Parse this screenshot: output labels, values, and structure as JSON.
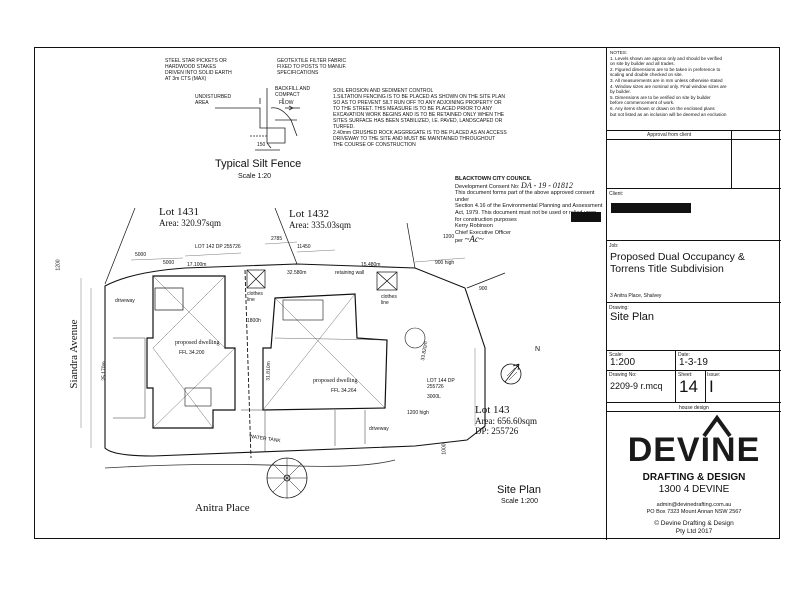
{
  "notes": {
    "heading": "NOTES:",
    "items": [
      "1. Levels shown are approx only and should be verified",
      "   on site by builder and all trades.",
      "2. Figured dimensions are to be taken in preference to",
      "   scaling and double checked on site.",
      "3. All measurements are in mm unless otherwise stated",
      "4. Window sizes are nominal only. Final window sizes are",
      "   by builder.",
      "5. Dimensions are to be verified on site by builder",
      "   before commencement of work.",
      "6. Any items shown or drawn on the enclosed plans",
      "   but not listed as an inclusion will be deemed an exclusion"
    ]
  },
  "approval": {
    "label": "Approval from client"
  },
  "client": {
    "label": "Client:"
  },
  "job": {
    "label": "Job:",
    "value": "Proposed Dual Occupancy & Torrens Title Subdivision",
    "address": "3 Anitra Place, Shalvey"
  },
  "drawing": {
    "label": "Drawing:",
    "value": "Site Plan"
  },
  "scale": {
    "label": "Scale:",
    "value": "1:200"
  },
  "date": {
    "label": "Date:",
    "value": "1-3-19"
  },
  "drawing_no": {
    "label": "Drawing No:",
    "value": "2209-9 r.mcq"
  },
  "sheet": {
    "label": "Sheet:",
    "value": "14"
  },
  "issue": {
    "label": "Issue:",
    "value": "I"
  },
  "house_design": "house design",
  "brand": {
    "logo": "DEVINE",
    "tagline": "DRAFTING & DESIGN",
    "phone": "1300 4 DEVINE",
    "email": "admin@devinedrafting.com.au",
    "address": "PO Box 7323 Mount Annan NSW 2567",
    "copyright": "© Devine Drafting & Design",
    "copyright2": "Pty Ltd 2017",
    "color": "#1a1a1a"
  },
  "silt_fence": {
    "title": "Typical Silt Fence",
    "scale": "Scale 1:20",
    "label_stakes": "STEEL STAR PICKETS OR HARDWOOD STAKES DRIVEN INTO SOLID EARTH AT 3m CTS (MAX)",
    "label_fabric": "GEOTEXTILE FILTER FABRIC FIXED TO POSTS TO MANUF. SPECIFICATIONS",
    "label_undisturbed": "UNDISTURBED AREA",
    "label_backfill": "BACKFILL AND COMPACT",
    "label_flow": "FLOW",
    "dim": "150"
  },
  "erosion": {
    "heading": "SOIL EROSION AND SEDIMENT CONTROL",
    "lines": [
      "1.SILTATION FENCING IS TO BE PLACED AS SHOWN ON THE SITE PLAN",
      "  SO AS TO PREVENT SILT RUN OFF TO ANY ADJOINING PROPERTY OR",
      "  TO THE STREET. THIS MEASURE IS TO BE PLACED PRIOR TO ANY",
      "  EXCAVATION WORK BEGINS AND IS TO BE RETAINED ONLY WHEN THE",
      "  SITES SURFACE HAS BEEN STABILIZED, I.E. PAVED, LANDSCAPED OR",
      "  TURFED.",
      "2.40mm CRUSHED ROCK AGGREGATE IS TO BE PLACED AS AN ACCESS",
      "  DRIVEWAY TO THE SITE AND MUST BE MAINTAINED THROUGHOUT",
      "  THE COURSE OF CONSTRUCTION"
    ]
  },
  "council": {
    "name": "BLACKTOWN CITY COUNCIL",
    "consent_label": "Development Consent No:",
    "consent_no": "DA - 19 - 01812",
    "lines": [
      "This document forms part of the above approved consent under",
      "Section 4.16 of the Environmental Planning and Assessment",
      "Act, 1979. This document must not be used or relied upon",
      "for construction purposes"
    ],
    "officer": "Kerry Robinson",
    "officer_title": "Chief Executive Officer",
    "per": "per"
  },
  "site": {
    "lot1431": "Lot 1431",
    "lot1431_area": "Area: 320.97sqm",
    "lot1432": "Lot 1432",
    "lot1432_area": "Area: 335.03sqm",
    "lot143": "Lot 143",
    "lot143_area": "Area: 656.60sqm",
    "lot143_dp": "DP: 255726",
    "street1": "Siandra Avenue",
    "street2": "Anitra Place",
    "north": "N",
    "site_plan_title": "Site Plan",
    "site_plan_scale": "Scale 1:200",
    "dwelling1": "proposed dwelling",
    "dwelling1_ffl": "FFL 34.200",
    "dwelling2": "proposed dwelling",
    "dwelling2_ffl": "FFL 34.264",
    "water_tank": "WATER TANK",
    "driveway": "driveway",
    "retaining": "retaining wall",
    "clothesline": "clothes line",
    "lot142": "LOT 142 DP 255726",
    "lot144": "LOT 144 DP 255726",
    "dims": [
      "5000",
      "5000",
      "2785",
      "11450",
      "15.480m",
      "17.100m",
      "32.580m",
      "33.820m",
      "1800h",
      "25.170m",
      "31.810m",
      "3000L",
      "900 high",
      "1200 high",
      "1200",
      "900",
      "1200",
      "1000"
    ]
  }
}
